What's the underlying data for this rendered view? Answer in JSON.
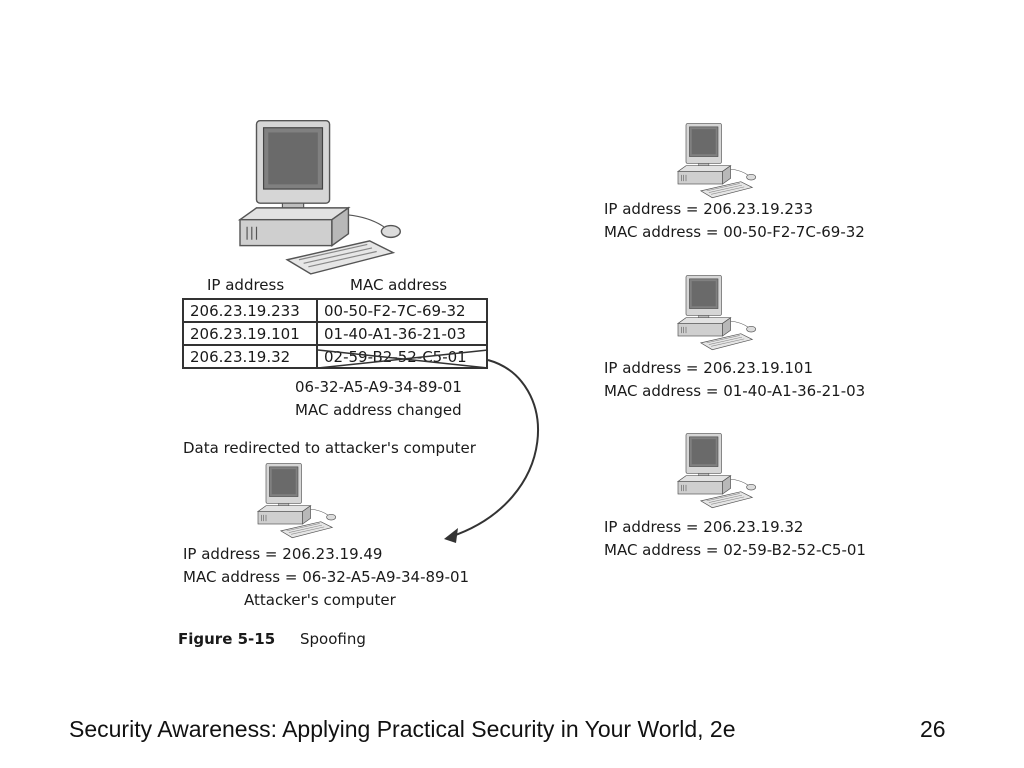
{
  "table": {
    "header_ip": "IP address",
    "header_mac": "MAC address",
    "rows": [
      {
        "ip": "206.23.19.233",
        "mac": "00-50-F2-7C-69-32"
      },
      {
        "ip": "206.23.19.101",
        "mac": "01-40-A1-36-21-03"
      },
      {
        "ip": "206.23.19.32",
        "mac": "02-59-B2-52-C5-01"
      }
    ]
  },
  "changed": {
    "new_mac": "06-32-A5-A9-34-89-01",
    "note": "MAC address changed"
  },
  "redirect_label": "Data redirected to attacker's computer",
  "attacker": {
    "ip_line": "IP address = 206.23.19.49",
    "mac_line": "MAC address = 06-32-A5-A9-34-89-01",
    "label": "Attacker's computer"
  },
  "hosts": [
    {
      "ip_line": "IP address = 206.23.19.233",
      "mac_line": "MAC address = 00-50-F2-7C-69-32"
    },
    {
      "ip_line": "IP address = 206.23.19.101",
      "mac_line": "MAC address = 01-40-A1-36-21-03"
    },
    {
      "ip_line": "IP address = 206.23.19.32",
      "mac_line": "MAC address = 02-59-B2-52-C5-01"
    }
  ],
  "caption": {
    "number": "Figure 5-15",
    "title": "Spoofing"
  },
  "footer": {
    "text": "Security Awareness: Applying Practical Security in Your World, 2e",
    "page": "26"
  },
  "colors": {
    "line": "#333333",
    "computer_body": "#d8d8d8",
    "screen": "#7a7a7a"
  }
}
